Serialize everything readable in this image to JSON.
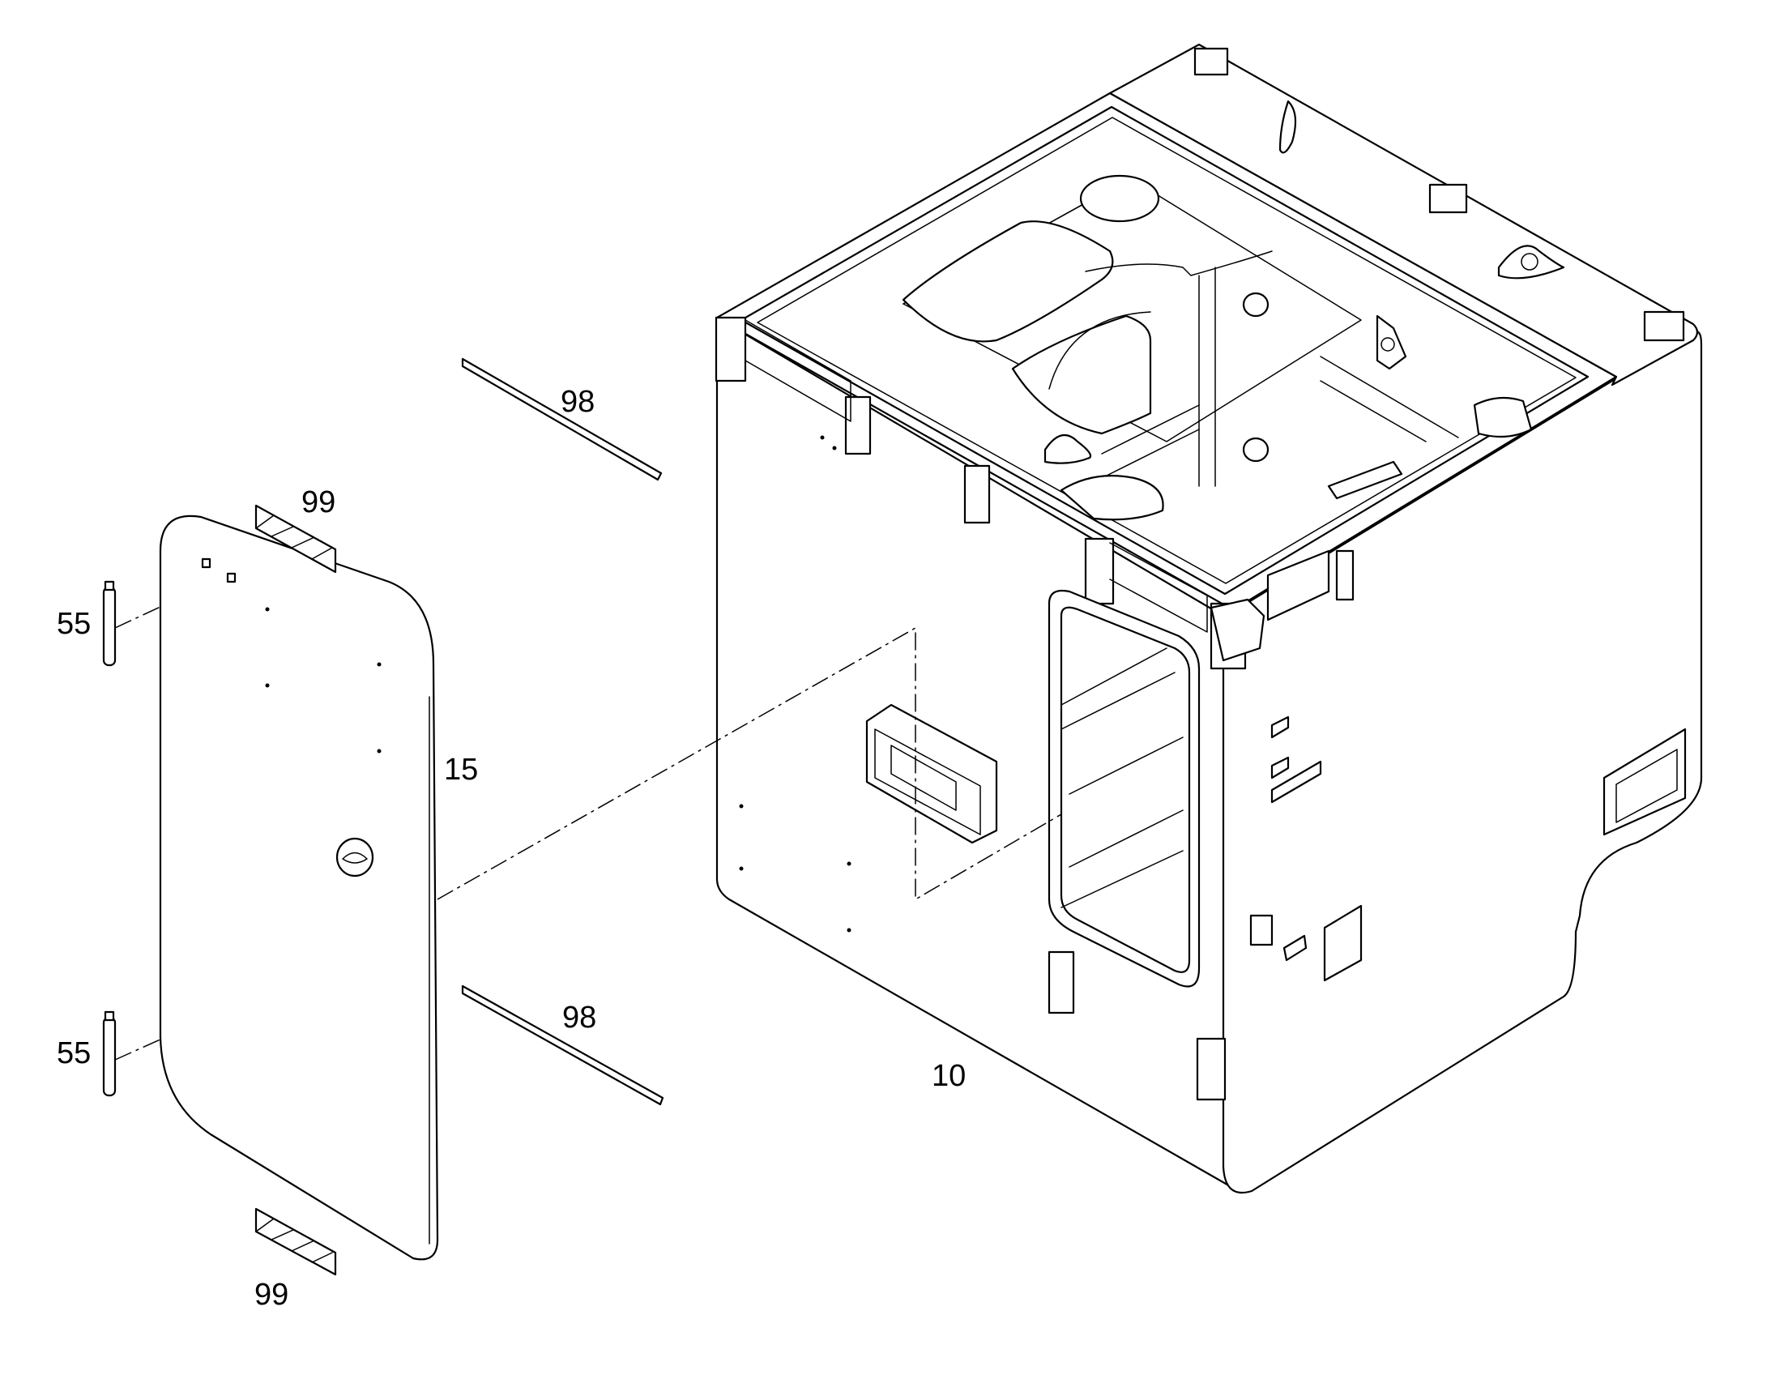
{
  "diagram": {
    "callouts": {
      "cab": "10",
      "door": "15",
      "hinge_pin_upper": "55",
      "hinge_pin_lower": "55",
      "seal_strip_upper": "98",
      "seal_strip_lower": "98",
      "pad_upper": "99",
      "pad_lower": "99"
    }
  }
}
